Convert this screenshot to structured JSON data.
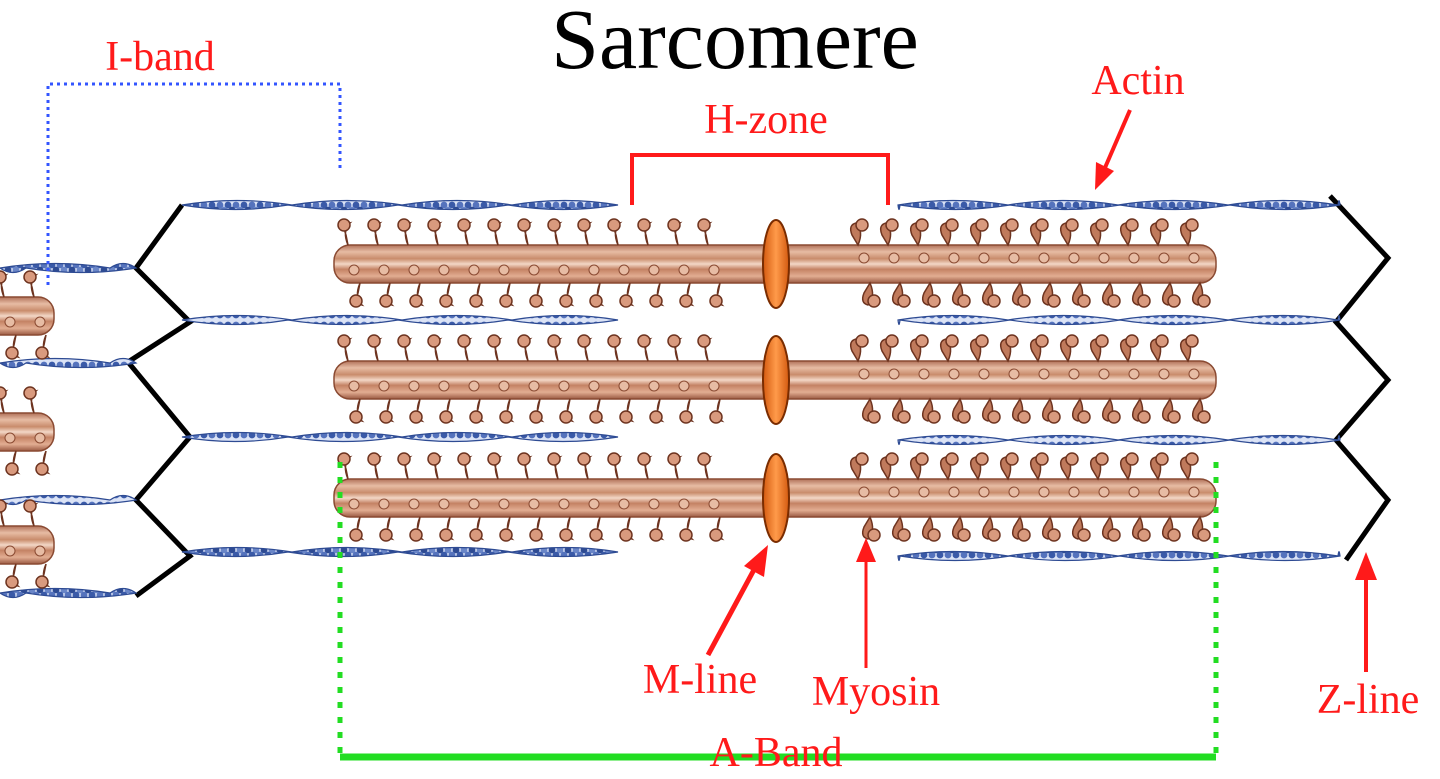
{
  "title": "Sarcomere",
  "labels": {
    "i_band": "I-band",
    "h_zone": "H-zone",
    "actin": "Actin",
    "m_line": "M-line",
    "myosin": "Myosin",
    "z_line": "Z-line",
    "a_band": "A-Band"
  },
  "colors": {
    "label": "#ff1a1a",
    "title": "#000000",
    "actin": "#3a5aa8",
    "actin_light": "#c9d4ef",
    "myosin": "#c98c6c",
    "myosin_dark": "#8a4a32",
    "m_line": "#f07a30",
    "z_line": "#000000",
    "i_band_bracket": "#3355ff",
    "a_band_bracket": "#22dd22",
    "h_zone_bracket": "#ff1a1a"
  },
  "icons": {
    "actin_filament": "actin-filament-icon",
    "myosin_filament": "myosin-filament-icon",
    "m_line_disc": "m-line-disc-icon"
  }
}
